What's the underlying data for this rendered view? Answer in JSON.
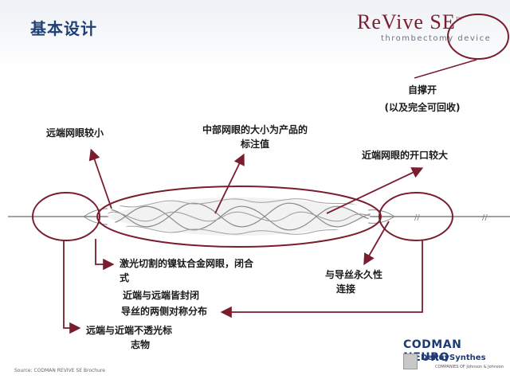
{
  "slide": {
    "title": "基本设计",
    "source": "Source: CODMAN REVIVE SE Brochure"
  },
  "logo": {
    "brand": "ReVive SE",
    "tm": "™",
    "subtitle": "thrombectomy device"
  },
  "labels": {
    "self_expand_line1": "自撑开",
    "self_expand_line2": "(以及完全可回收)",
    "distal_small": "远端网眼较小",
    "middle_line1": "中部网眼的大小为产品的",
    "middle_line2": "标注值",
    "proximal_large": "近端网眼的开口较大",
    "laser_line1": "激光切割的镍钛合金网眼，闭合",
    "laser_line2": "式",
    "both_closed": "近端与远端皆封闭",
    "symmetric": "导丝的两侧对称分布",
    "permanent_line1": "与导丝永久性",
    "permanent_line2": "连接",
    "radiopaque_line1": "远端与近端不透光标",
    "radiopaque_line2": "志物"
  },
  "footer": {
    "brand_main": "CODMAN NEURO",
    "brand_sub": "DePuySynthes",
    "brand_fine": "COMPANIES OF Johnson & Johnson"
  },
  "colors": {
    "outline": "#7a1d2e",
    "arrow": "#7a1d2e",
    "title": "#1f3f77"
  }
}
